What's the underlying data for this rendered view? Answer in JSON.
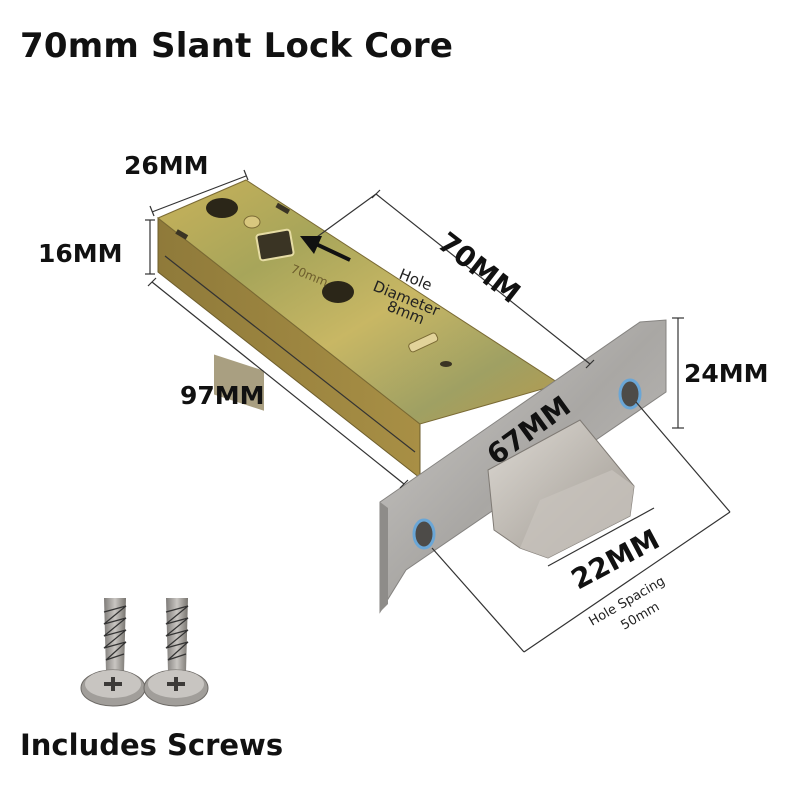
{
  "title": "70mm Slant Lock Core",
  "caption": "Includes Screws",
  "dimensions": {
    "width_top": "26MM",
    "height_left": "16MM",
    "backset_length": "70MM",
    "body_length": "97MM",
    "faceplate_width": "24MM",
    "faceplate_length": "67MM",
    "latch_throw": "22MM"
  },
  "annotations": {
    "hole_label_1": "Hole",
    "hole_label_2": "Diameter",
    "hole_label_3": "8mm",
    "body_stamp": "70mm",
    "spacing_label_1": "Hole Spacing",
    "spacing_label_2": "50mm"
  },
  "colors": {
    "body_gold": "#b8a04a",
    "faceplate_steel": "#b9b7b4",
    "latch_steel": "#c9c6c1",
    "screw_steel": "#9a9794",
    "hole_blue": "#6aa6d6"
  }
}
